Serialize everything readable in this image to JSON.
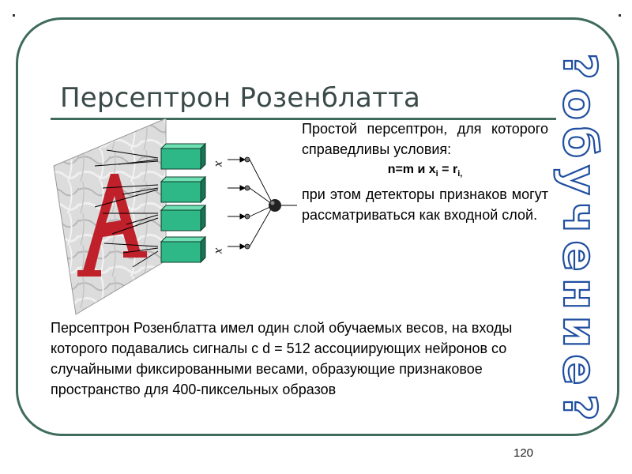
{
  "slide": {
    "title": "Персептрон Розенблатта",
    "page_number": "120"
  },
  "right_block": {
    "line1": "Простой персептрон, для которого справедливы условия:",
    "formula_a": "n=m и x",
    "formula_sub_i1": "i",
    "formula_b": " = r",
    "formula_sub_i2": "i,",
    "line2": "при этом детекторы признаков могут рассматриваться как входной слой."
  },
  "bottom_block": {
    "text": "Персептрон Розенблатта имел  один слой обучаемых весов, на входы которого подавались сигналы с d = 512 ассоциирующих нейронов со случайными фиксированными весами, образующие признаковое пространство для 400-пиксельных образов"
  },
  "vertical_word": {
    "chars": [
      "?",
      "о",
      "б",
      "у",
      "ч",
      "е",
      "н",
      "и",
      "е",
      "?"
    ],
    "color": "#1f4ea0"
  },
  "diagram": {
    "retina_letter": "A",
    "input_labels": [
      "x",
      "x"
    ],
    "colors": {
      "detector_fill": "#2fb887",
      "detector_dark": "#1a7355",
      "letter": "#c0202a",
      "output_node": "#222222"
    }
  }
}
